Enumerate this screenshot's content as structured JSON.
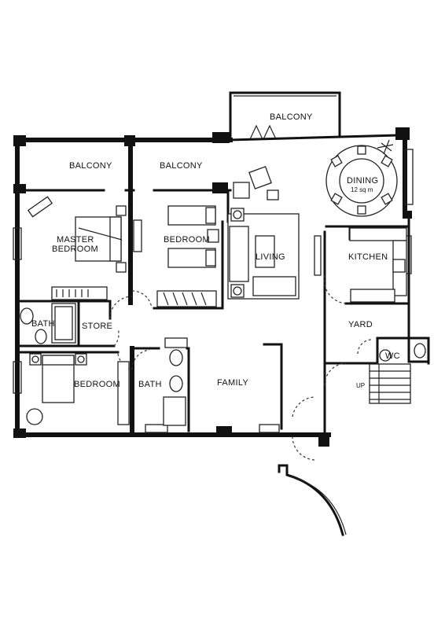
{
  "rooms": {
    "balcony_top": "BALCONY",
    "balcony_left": "BALCONY",
    "balcony_mid": "BALCONY",
    "dining": "DINING",
    "dining_area": "12 sq m",
    "master_bedroom_line1": "MASTER",
    "master_bedroom_line2": "BEDROOM",
    "bedroom_upper": "BEDROOM",
    "living": "LIVING",
    "kitchen": "KITCHEN",
    "bath_small": "BATH",
    "store": "STORE",
    "yard": "YARD",
    "wc": "WC",
    "bedroom_lower": "BEDROOM",
    "bath_lower": "BATH",
    "family": "FAMILY",
    "up": "UP"
  }
}
